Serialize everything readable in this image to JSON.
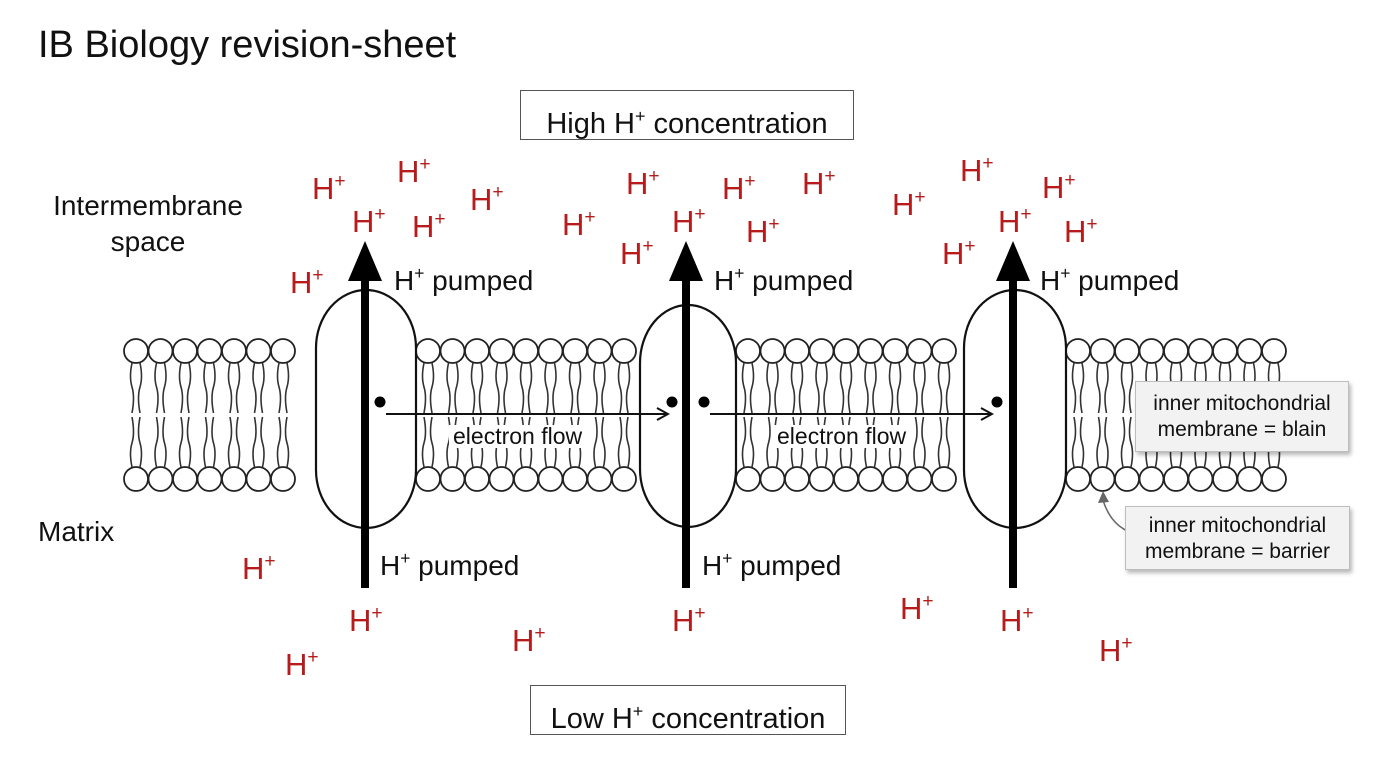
{
  "title": "IB Biology revision-sheet",
  "regions": {
    "intermembrane_line1": "Intermembrane",
    "intermembrane_line2": "space",
    "matrix": "Matrix"
  },
  "concentration": {
    "high_prefix": "High H",
    "high_sup": "+",
    "high_suffix": " concentration",
    "low_prefix": "Low H",
    "low_sup": "+",
    "low_suffix": " concentration"
  },
  "ion": {
    "base": "H",
    "sup": "+"
  },
  "pump_label": {
    "prefix": "H",
    "sup": "+",
    "suffix": " pumped"
  },
  "flow_label": "electron flow",
  "notes": {
    "note_top_line1": "inner mitochondrial",
    "note_top_line2": "membrane = blain",
    "note_bottom_line1": "inner mitochondrial",
    "note_bottom_line2": "membrane = barrier"
  },
  "colors": {
    "ion_red": "#b71c1c",
    "arrow_black": "#000000",
    "note_bg": "#f2f2f2"
  }
}
